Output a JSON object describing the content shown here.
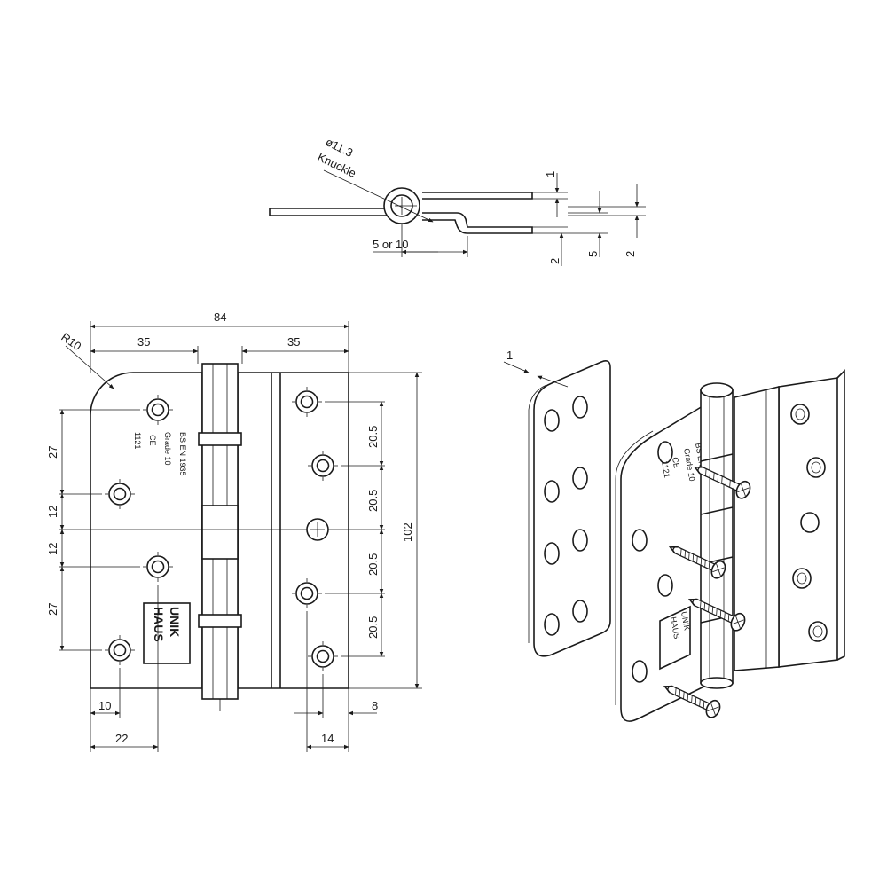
{
  "colors": {
    "line": "#1a1a1a",
    "background": "#ffffff"
  },
  "section_view": {
    "knuckle_dia": "ø11.3",
    "knuckle_label": "Knuckle",
    "offset_label": "5 or 10",
    "dim_1": "1",
    "dim_2a": "2",
    "dim_5": "5",
    "dim_2b": "2"
  },
  "front_view": {
    "width_total": "84",
    "leaf_left": "35",
    "leaf_right": "35",
    "corner_radius": "R10",
    "height_total": "102",
    "left_spacings": [
      "27",
      "12",
      "12",
      "27"
    ],
    "right_spacings": [
      "20.5",
      "20.5",
      "20.5",
      "20.5"
    ],
    "edge_left": "10",
    "hole_offset_left": "22",
    "hole_offset_right": "14",
    "edge_right": "8",
    "stamp_lines": [
      "BS EN 1935",
      "Grade 10",
      "1121"
    ],
    "ce_mark": "CE",
    "logo_line1": "UNIK",
    "logo_line2": "HAUS"
  },
  "iso_view": {
    "thickness": "1",
    "stamp_lines": [
      "BS EN 1935",
      "Grade 10",
      "1121"
    ],
    "ce_mark": "CE",
    "logo_line1": "UNIK",
    "logo_line2": "HAUS"
  }
}
